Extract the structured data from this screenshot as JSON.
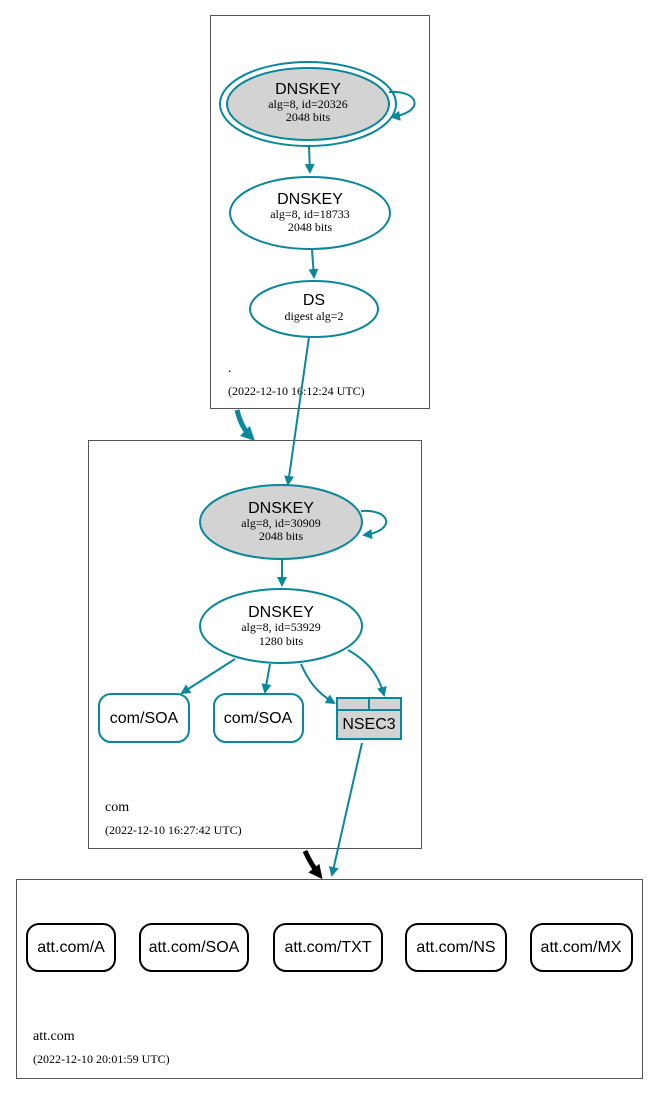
{
  "zones": {
    "root": {
      "name": ".",
      "timestamp": "(2022-12-10 16:12:24 UTC)"
    },
    "com": {
      "name": "com",
      "timestamp": "(2022-12-10 16:27:42 UTC)"
    },
    "att": {
      "name": "att.com",
      "timestamp": "(2022-12-10 20:01:59 UTC)"
    }
  },
  "nodes": {
    "root_ksk": {
      "title": "DNSKEY",
      "line1": "alg=8, id=20326",
      "line2": "2048 bits"
    },
    "root_zsk": {
      "title": "DNSKEY",
      "line1": "alg=8, id=18733",
      "line2": "2048 bits"
    },
    "root_ds": {
      "title": "DS",
      "line1": "digest alg=2"
    },
    "com_ksk": {
      "title": "DNSKEY",
      "line1": "alg=8, id=30909",
      "line2": "2048 bits"
    },
    "com_zsk": {
      "title": "DNSKEY",
      "line1": "alg=8, id=53929",
      "line2": "1280 bits"
    },
    "com_soa_1": {
      "label": "com/SOA"
    },
    "com_soa_2": {
      "label": "com/SOA"
    },
    "nsec3": {
      "label": "NSEC3"
    },
    "att_a": {
      "label": "att.com/A"
    },
    "att_soa": {
      "label": "att.com/SOA"
    },
    "att_txt": {
      "label": "att.com/TXT"
    },
    "att_ns": {
      "label": "att.com/NS"
    },
    "att_mx": {
      "label": "att.com/MX"
    }
  },
  "colors": {
    "edge": "#0a879a",
    "key_fill": "#d3d3d3",
    "zone_border": "#555555",
    "delegation_insecure": "#000000"
  }
}
